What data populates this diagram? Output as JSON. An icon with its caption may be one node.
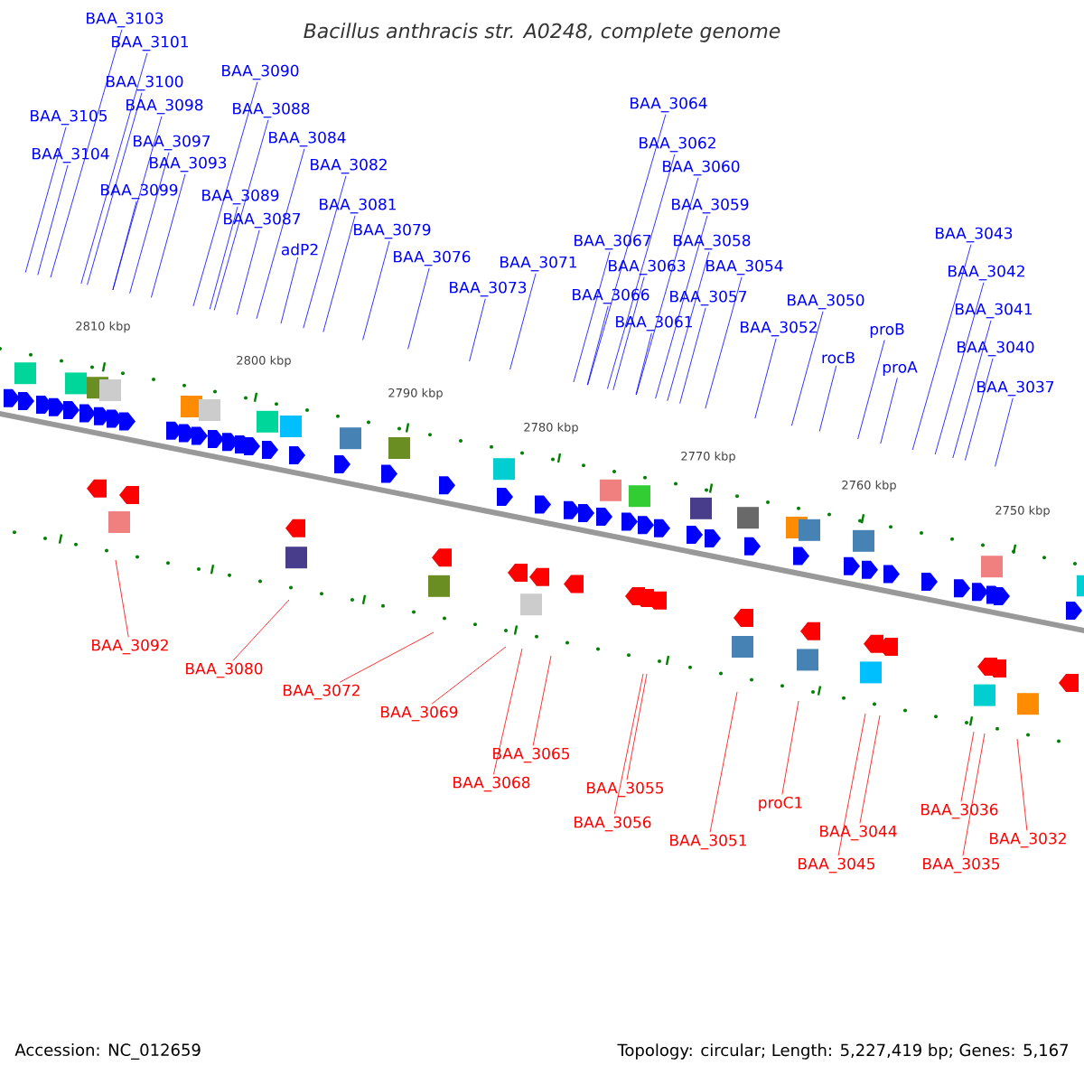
{
  "diagram": {
    "title": "Bacillus anthracis str. A0248, complete genome",
    "nodes": [
      {
        "text": [
          "BAA_3103"
        ]
      },
      {
        "text": [
          "BAA_3101"
        ]
      },
      {
        "text": [
          "BAA_3100"
        ]
      },
      {
        "text": [
          "BAA_3098"
        ]
      },
      {
        "text": [
          "BAA_3105"
        ]
      },
      {
        "text": [
          "BAA_3097"
        ]
      },
      {
        "text": [
          "BAA_3104"
        ]
      },
      {
        "text": [
          "BAA_3093"
        ]
      },
      {
        "text": [
          "BAA_3099"
        ]
      },
      {
        "text": [
          "BAA_3090"
        ]
      },
      {
        "text": [
          "BAA_3088"
        ]
      },
      {
        "text": [
          "BAA_3084"
        ]
      },
      {
        "text": [
          "BAA_3082"
        ]
      },
      {
        "text": [
          "BAA_3089"
        ]
      },
      {
        "text": [
          "BAA_3087"
        ]
      },
      {
        "text": [
          "BAA_3081"
        ]
      },
      {
        "text": [
          "adP2"
        ]
      },
      {
        "text": [
          "BAA_3079"
        ]
      },
      {
        "text": [
          "BAA_3076"
        ]
      },
      {
        "text": [
          "BAA_3073"
        ]
      },
      {
        "text": [
          "BAA_3071"
        ]
      },
      {
        "text": [
          "BAA_3064"
        ]
      },
      {
        "text": [
          "BAA_3062"
        ]
      },
      {
        "text": [
          "BAA_3060"
        ]
      },
      {
        "text": [
          "BAA_3059"
        ]
      },
      {
        "text": [
          "BAA_3067"
        ]
      },
      {
        "text": [
          "BAA_3058"
        ]
      },
      {
        "text": [
          "BAA_3063"
        ]
      },
      {
        "text": [
          "BAA_3054"
        ]
      },
      {
        "text": [
          "BAA_3066"
        ]
      },
      {
        "text": [
          "BAA_3057"
        ]
      },
      {
        "text": [
          "BAA_3061"
        ]
      },
      {
        "text": [
          "BAA_3050"
        ]
      },
      {
        "text": [
          "BAA_3052"
        ]
      },
      {
        "text": [
          "rocB"
        ]
      },
      {
        "text": [
          "proB"
        ]
      },
      {
        "text": [
          "proA"
        ]
      },
      {
        "text": [
          "BAA_3043"
        ]
      },
      {
        "text": [
          "BAA_3042"
        ]
      },
      {
        "text": [
          "BAA_3041"
        ]
      },
      {
        "text": [
          "BAA_3040"
        ]
      },
      {
        "text": [
          "BAA_3037"
        ]
      },
      {
        "text": [
          "BAA_3092"
        ]
      },
      {
        "text": [
          "BAA_3080"
        ]
      },
      {
        "text": [
          "BAA_3072"
        ]
      },
      {
        "text": [
          "BAA_3069"
        ]
      },
      {
        "text": [
          "BAA_3065"
        ]
      },
      {
        "text": [
          "BAA_3068"
        ]
      },
      {
        "text": [
          "BAA_3055"
        ]
      },
      {
        "text": [
          "BAA_3056"
        ]
      },
      {
        "text": [
          "BAA_3051"
        ]
      },
      {
        "text": [
          "proC1"
        ]
      },
      {
        "text": [
          "BAA_3044"
        ]
      },
      {
        "text": [
          "BAA_3045"
        ]
      },
      {
        "text": [
          "BAA_3036"
        ]
      },
      {
        "text": [
          "BAA_3035"
        ]
      },
      {
        "text": [
          "BAA_3032"
        ]
      }
    ],
    "edges": [
      {
        "from": 0,
        "to": null,
        "arrow": "none"
      },
      {
        "from": 1,
        "to": null,
        "arrow": "none"
      },
      {
        "from": 2,
        "to": null,
        "arrow": "none"
      },
      {
        "from": 3,
        "to": null,
        "arrow": "none"
      },
      {
        "from": 4,
        "to": null,
        "arrow": "none"
      },
      {
        "from": 5,
        "to": null,
        "arrow": "none"
      },
      {
        "from": 6,
        "to": null,
        "arrow": "none"
      },
      {
        "from": 7,
        "to": null,
        "arrow": "none"
      },
      {
        "from": 8,
        "to": null,
        "arrow": "none"
      },
      {
        "from": 9,
        "to": null,
        "arrow": "none"
      },
      {
        "from": 10,
        "to": null,
        "arrow": "none"
      },
      {
        "from": 11,
        "to": null,
        "arrow": "none"
      },
      {
        "from": 12,
        "to": null,
        "arrow": "none"
      },
      {
        "from": 13,
        "to": null,
        "arrow": "none"
      },
      {
        "from": 14,
        "to": null,
        "arrow": "none"
      },
      {
        "from": 15,
        "to": null,
        "arrow": "none"
      },
      {
        "from": 16,
        "to": null,
        "arrow": "none"
      },
      {
        "from": 17,
        "to": null,
        "arrow": "none"
      },
      {
        "from": 18,
        "to": null,
        "arrow": "none"
      },
      {
        "from": 19,
        "to": null,
        "arrow": "none"
      },
      {
        "from": 20,
        "to": null,
        "arrow": "none"
      },
      {
        "from": 21,
        "to": null,
        "arrow": "none"
      },
      {
        "from": 22,
        "to": null,
        "arrow": "none"
      },
      {
        "from": 23,
        "to": null,
        "arrow": "none"
      },
      {
        "from": 24,
        "to": null,
        "arrow": "none"
      },
      {
        "from": 25,
        "to": null,
        "arrow": "none"
      },
      {
        "from": 26,
        "to": null,
        "arrow": "none"
      },
      {
        "from": 27,
        "to": null,
        "arrow": "none"
      },
      {
        "from": 28,
        "to": null,
        "arrow": "none"
      },
      {
        "from": 29,
        "to": null,
        "arrow": "none"
      },
      {
        "from": 30,
        "to": null,
        "arrow": "none"
      },
      {
        "from": 31,
        "to": null,
        "arrow": "none"
      },
      {
        "from": 32,
        "to": null,
        "arrow": "none"
      },
      {
        "from": 33,
        "to": null,
        "arrow": "none"
      },
      {
        "from": 34,
        "to": null,
        "arrow": "none"
      },
      {
        "from": 35,
        "to": null,
        "arrow": "none"
      },
      {
        "from": 36,
        "to": null,
        "arrow": "none"
      },
      {
        "from": 37,
        "to": null,
        "arrow": "none"
      },
      {
        "from": 38,
        "to": null,
        "arrow": "none"
      },
      {
        "from": 39,
        "to": null,
        "arrow": "none"
      },
      {
        "from": 40,
        "to": null,
        "arrow": "none"
      },
      {
        "from": 41,
        "to": null,
        "arrow": "none"
      },
      {
        "from": 42,
        "to": null,
        "arrow": "none",
        "color": "#ff0000"
      },
      {
        "from": 43,
        "to": null,
        "arrow": "none",
        "color": "#ff0000"
      },
      {
        "from": 44,
        "to": null,
        "arrow": "none",
        "color": "#ff0000"
      },
      {
        "from": 45,
        "to": null,
        "arrow": "none",
        "color": "#ff0000"
      },
      {
        "from": 46,
        "to": null,
        "arrow": "none",
        "color": "#ff0000"
      },
      {
        "from": 47,
        "to": null,
        "arrow": "none",
        "color": "#ff0000"
      },
      {
        "from": 48,
        "to": null,
        "arrow": "none",
        "color": "#ff0000"
      },
      {
        "from": 49,
        "to": null,
        "arrow": "none",
        "color": "#ff0000"
      },
      {
        "from": 50,
        "to": null,
        "arrow": "none",
        "color": "#ff0000"
      },
      {
        "from": 51,
        "to": null,
        "arrow": "none",
        "color": "#ff0000"
      },
      {
        "from": 52,
        "to": null,
        "arrow": "none",
        "color": "#ff0000"
      },
      {
        "from": 53,
        "to": null,
        "arrow": "none",
        "color": "#ff0000"
      },
      {
        "from": 54,
        "to": null,
        "arrow": "none",
        "color": "#ff0000"
      },
      {
        "from": 55,
        "to": null,
        "arrow": "none",
        "color": "#ff0000"
      },
      {
        "from": 56,
        "to": null,
        "arrow": "none",
        "color": "#ff0000"
      }
    ],
    "labels": [
      "2810 kbp",
      "2800 kbp",
      "2790 kbp",
      "2780 kbp",
      "2770 kbp",
      "2760 kbp",
      "2750 kbp",
      "Accession: NC_012659",
      "Topology: circular; Length: 5,227,419 bp; Genes: 5,167"
    ]
  }
}
